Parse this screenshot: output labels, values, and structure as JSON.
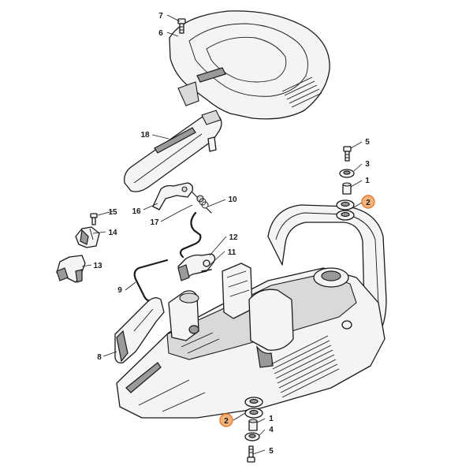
{
  "callouts": {
    "c7": "7",
    "c6": "6",
    "c18": "18",
    "c16": "16",
    "c17": "17",
    "c10": "10",
    "c15": "15",
    "c14": "14",
    "c13": "13",
    "c12": "12",
    "c11": "11",
    "c9": "9",
    "c8": "8",
    "c5_top": "5",
    "c3": "3",
    "c1_top": "1",
    "c2_top": "2",
    "c2_bottom": "2",
    "c1_bottom": "1",
    "c4": "4",
    "c5_bottom": "5"
  },
  "highlight": {
    "fill": "#f3b37a",
    "stroke": "#e07a2e",
    "parts": [
      "2"
    ]
  },
  "colors": {
    "line": "#1a1a1a",
    "part_fill": "#f4f4f4",
    "shade": "#9a9a9a"
  }
}
